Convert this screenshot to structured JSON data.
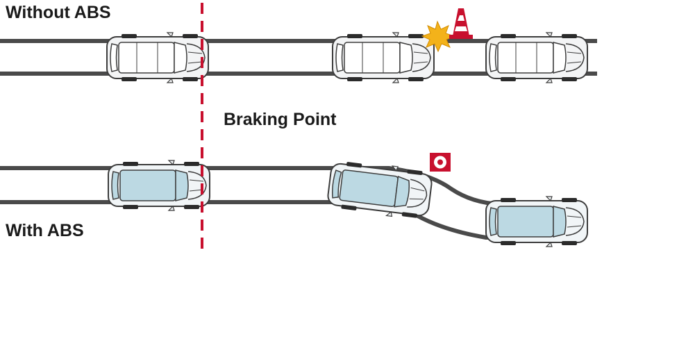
{
  "labels": {
    "without_abs": "Without ABS",
    "with_abs": "With ABS",
    "braking_point": "Braking Point"
  },
  "colors": {
    "road_line": "#4a4a4a",
    "braking_line": "#c8102e",
    "car_body_plain": "#f3f4f5",
    "car_glass_plain": "#ffffff",
    "car_body_abs": "#f1f5f7",
    "car_glass_abs": "#bcd9e3",
    "car_outline": "#3c3c3c",
    "tire": "#2b2b2b",
    "impact_burst": "#f3b21a",
    "cone_red": "#c8102e",
    "obstacle_sign": "#c8102e"
  },
  "icons": {
    "impact": "impact-burst-icon",
    "cone": "traffic-cone-icon",
    "obstacle": "obstacle-target-icon"
  }
}
